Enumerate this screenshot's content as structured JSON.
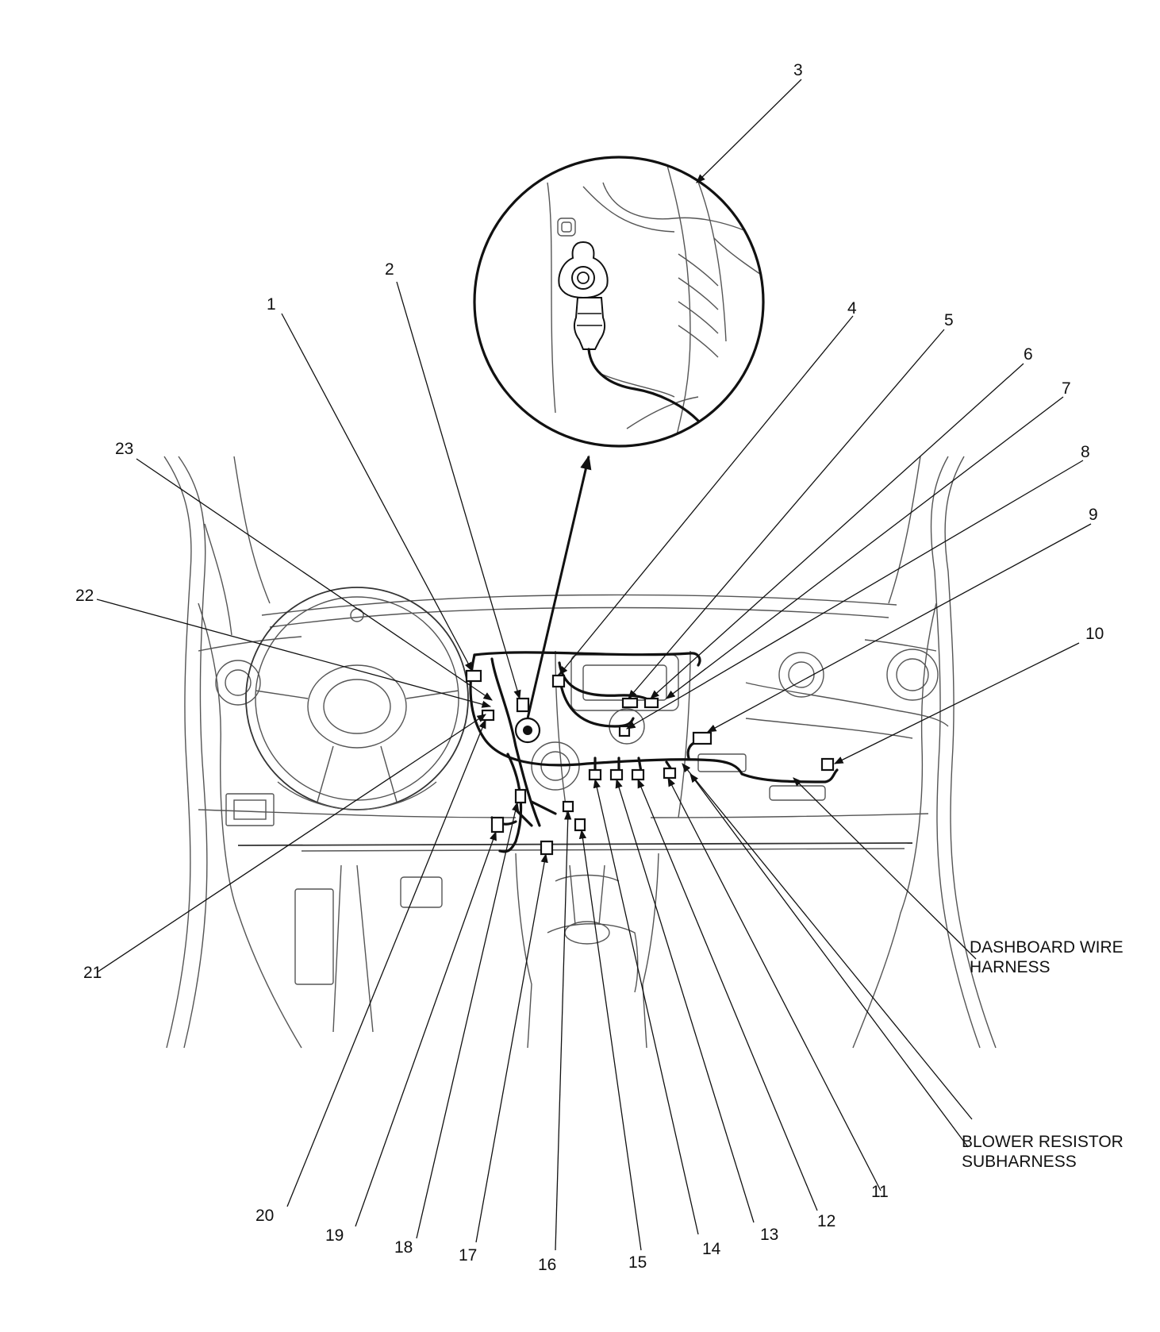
{
  "callouts": [
    {
      "id": "c1",
      "text": "1"
    },
    {
      "id": "c2",
      "text": "2"
    },
    {
      "id": "c3",
      "text": "3"
    },
    {
      "id": "c4",
      "text": "4"
    },
    {
      "id": "c5",
      "text": "5"
    },
    {
      "id": "c6",
      "text": "6"
    },
    {
      "id": "c7",
      "text": "7"
    },
    {
      "id": "c8",
      "text": "8"
    },
    {
      "id": "c9",
      "text": "9"
    },
    {
      "id": "c10",
      "text": "10"
    },
    {
      "id": "c11",
      "text": "11"
    },
    {
      "id": "c12",
      "text": "12"
    },
    {
      "id": "c13",
      "text": "13"
    },
    {
      "id": "c14",
      "text": "14"
    },
    {
      "id": "c15",
      "text": "15"
    },
    {
      "id": "c16",
      "text": "16"
    },
    {
      "id": "c17",
      "text": "17"
    },
    {
      "id": "c18",
      "text": "18"
    },
    {
      "id": "c19",
      "text": "19"
    },
    {
      "id": "c20",
      "text": "20"
    },
    {
      "id": "c21",
      "text": "21"
    },
    {
      "id": "c22",
      "text": "22"
    },
    {
      "id": "c23",
      "text": "23"
    }
  ],
  "names": {
    "dashboard_line1": "DASHBOARD WIRE",
    "dashboard_line2": "HARNESS",
    "blower_line1": "BLOWER RESISTOR",
    "blower_line2": "SUBHARNESS"
  }
}
